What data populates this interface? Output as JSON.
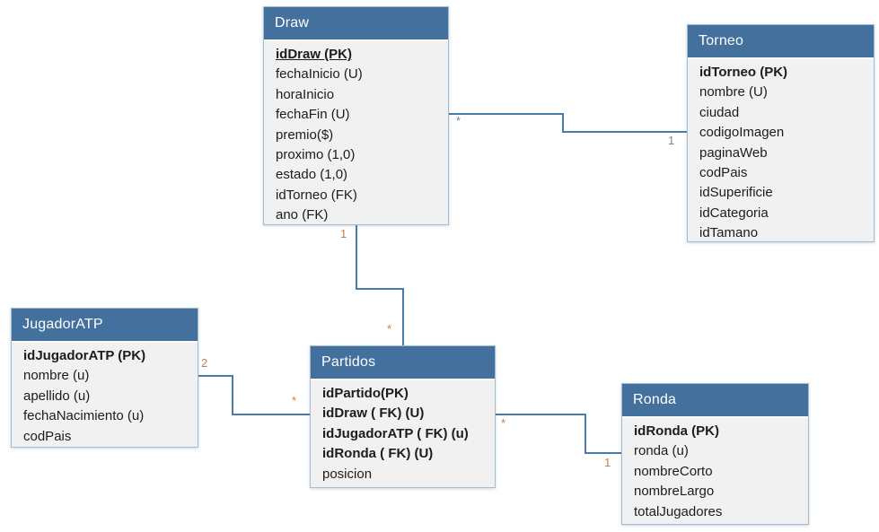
{
  "entities": {
    "draw": {
      "title": "Draw",
      "rows": [
        "idDraw (PK)",
        "fechaInicio (U)",
        "horaInicio",
        "fechaFin (U)",
        "premio($)",
        "proximo (1,0)",
        "estado (1,0)",
        "idTorneo (FK)",
        "ano (FK)"
      ]
    },
    "torneo": {
      "title": "Torneo",
      "rows": [
        "idTorneo (PK)",
        "nombre (U)",
        "ciudad",
        "codigoImagen",
        "paginaWeb",
        "codPais",
        "idSuperificie",
        "idCategoria",
        "idTamano"
      ]
    },
    "jugador_atp": {
      "title": "JugadorATP",
      "rows": [
        "idJugadorATP (PK)",
        "nombre (u)",
        "apellido (u)",
        "fechaNacimiento (u)",
        "codPais"
      ]
    },
    "partidos": {
      "title": "Partidos",
      "rows": [
        "idPartido(PK)",
        "idDraw ( FK) (U)",
        "idJugadorATP ( FK) (u)",
        "idRonda ( FK) (U)",
        "posicion"
      ]
    },
    "ronda": {
      "title": "Ronda",
      "rows": [
        "idRonda (PK)",
        "ronda (u)",
        "nombreCorto",
        "nombreLargo",
        "totalJugadores"
      ]
    }
  },
  "relationships": {
    "draw_torneo": {
      "from": "Draw",
      "to": "Torneo",
      "from_card": "*",
      "to_card": "1"
    },
    "draw_partidos": {
      "from": "Draw",
      "to": "Partidos",
      "from_card": "1",
      "to_card": "*"
    },
    "jugadoratp_partidos": {
      "from": "JugadorATP",
      "to": "Partidos",
      "from_card": "2",
      "to_card": "*"
    },
    "partidos_ronda": {
      "from": "Partidos",
      "to": "Ronda",
      "from_card": "*",
      "to_card": "1"
    }
  },
  "colors": {
    "header_bg": "#44709e",
    "header_text": "#ffffff",
    "body_bg": "#f1f1f1",
    "body_border": "#a4bccf",
    "connector": "#4a7ba6",
    "card_orange": "#c0804d",
    "card_blue": "#6f8ba3"
  }
}
